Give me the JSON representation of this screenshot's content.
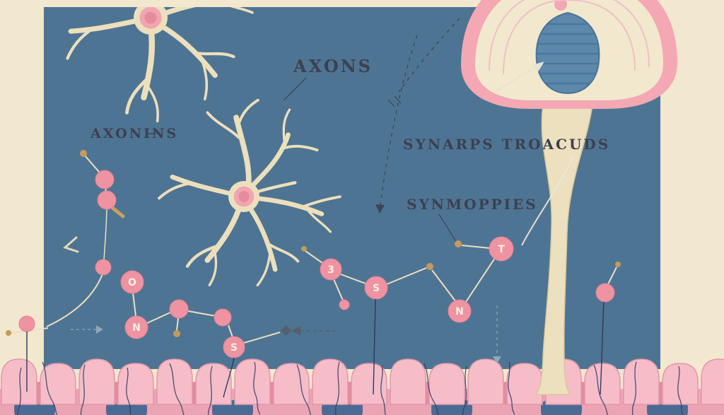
{
  "labels": {
    "axons": "AXONS",
    "axonins": "AXONINS",
    "synapse_trunk": "SYNARPS TROACUDS",
    "synmoppies": "SYNMOPPIES"
  },
  "molecule_letters": {
    "o": "O",
    "n_left": "N",
    "s_left": "S",
    "three": "3",
    "s_center": "S",
    "t_right": "T",
    "n_right": "N"
  },
  "palette": {
    "background_cream": "#f2e7cf",
    "panel_blue": "#4e7493",
    "neuron_cream": "#ecdfbc",
    "molecule_pink": "#ef93a2",
    "node_gold": "#c49a5d",
    "cell_pink": "#f6bdc8",
    "cell_base_pink": "#eba4b4",
    "cell_blue": "#4a6b94",
    "fiber_navy": "#2d3b63",
    "cap_pink": "#f3a8b3",
    "cap_inner_cream": "#f2e8cd",
    "cap_blue": "#5d88aa",
    "label_ink": "#3c4050"
  }
}
